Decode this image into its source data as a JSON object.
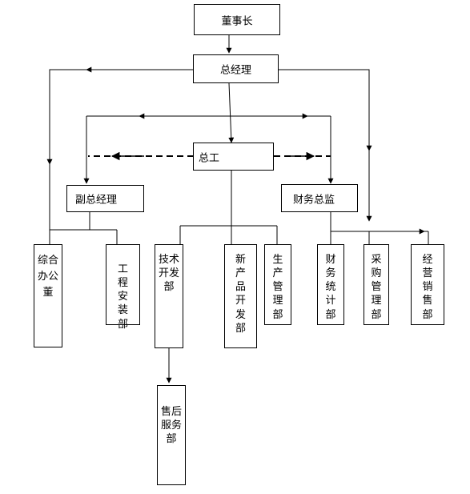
{
  "nodes": {
    "chairman": "董事长",
    "general_manager": "总经理",
    "chief_engineer": "总工",
    "deputy_gm": "副总经理",
    "finance_director": "财务总监",
    "general_office": "综合办公董",
    "engineering_install": "工程安装部",
    "tech_dev": "技术开发部",
    "after_sales": "售后服务部",
    "new_product_dev": "新产品开发部",
    "production_mgmt": "生产管理部",
    "finance_stats": "财务统计部",
    "procurement_mgmt": "采购管理部",
    "sales": "经营销售部"
  }
}
